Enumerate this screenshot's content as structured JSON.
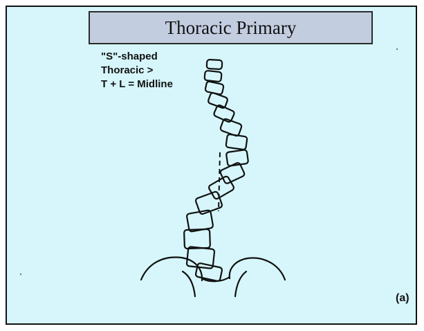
{
  "title": "Thoracic Primary",
  "caption_lines": [
    "\"S\"-shaped",
    "Thoracic >",
    "T + L = Midline"
  ],
  "panel_label": "(a)",
  "colors": {
    "background": "#d6f6fb",
    "title_box": "#c3cde0",
    "ink": "#111111"
  }
}
